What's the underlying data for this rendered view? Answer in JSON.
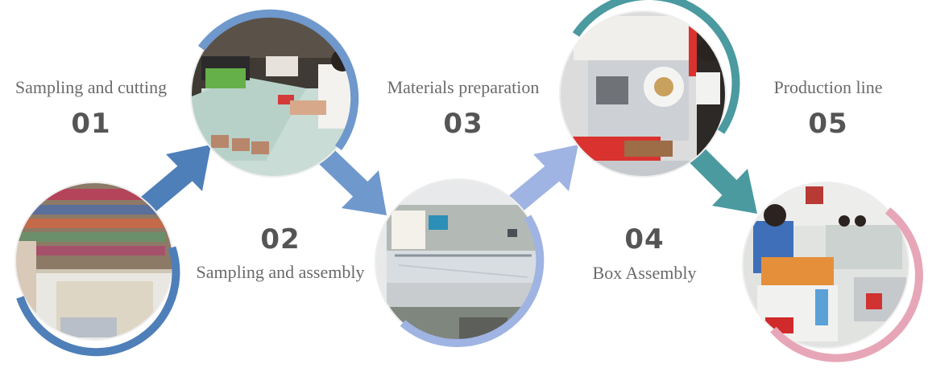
{
  "steps": [
    {
      "number": "01",
      "label": "Sampling and cutting"
    },
    {
      "number": "02",
      "label": "Sampling and assembly"
    },
    {
      "number": "03",
      "label": "Materials preparation"
    },
    {
      "number": "04",
      "label": "Box Assembly"
    },
    {
      "number": "05",
      "label": "Production line"
    }
  ],
  "colors": {
    "ring_blue_dark": "#4f7fb9",
    "ring_blue_mid": "#6f98cc",
    "ring_blue_light": "#9fb4e2",
    "ring_teal": "#4a9aa0",
    "ring_pink": "#e7a6b8"
  },
  "photos": [
    {
      "name": "photo-cutting-machine"
    },
    {
      "name": "photo-sample-assembly-workbench"
    },
    {
      "name": "photo-guillotine-paper-cutter"
    },
    {
      "name": "photo-box-assembly-machine"
    },
    {
      "name": "photo-production-line-workers"
    }
  ]
}
